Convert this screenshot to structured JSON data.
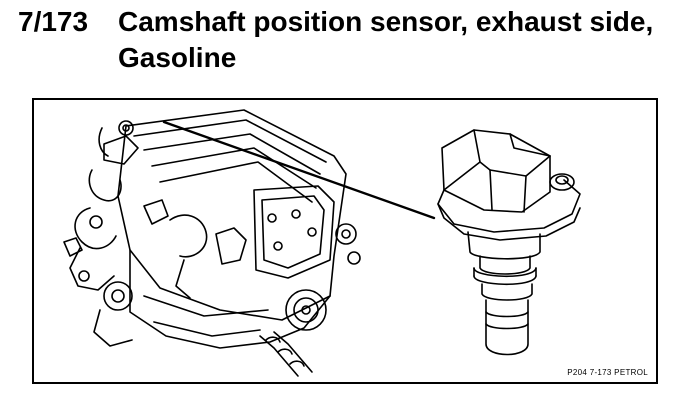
{
  "document": {
    "number": "7/173",
    "title": "Camshaft position sensor, exhaust side, Gasoline"
  },
  "figure": {
    "reference_code": "P204 7-173 PETROL",
    "illustration_left": "engine-assembly",
    "illustration_right": "camshaft-position-sensor"
  }
}
